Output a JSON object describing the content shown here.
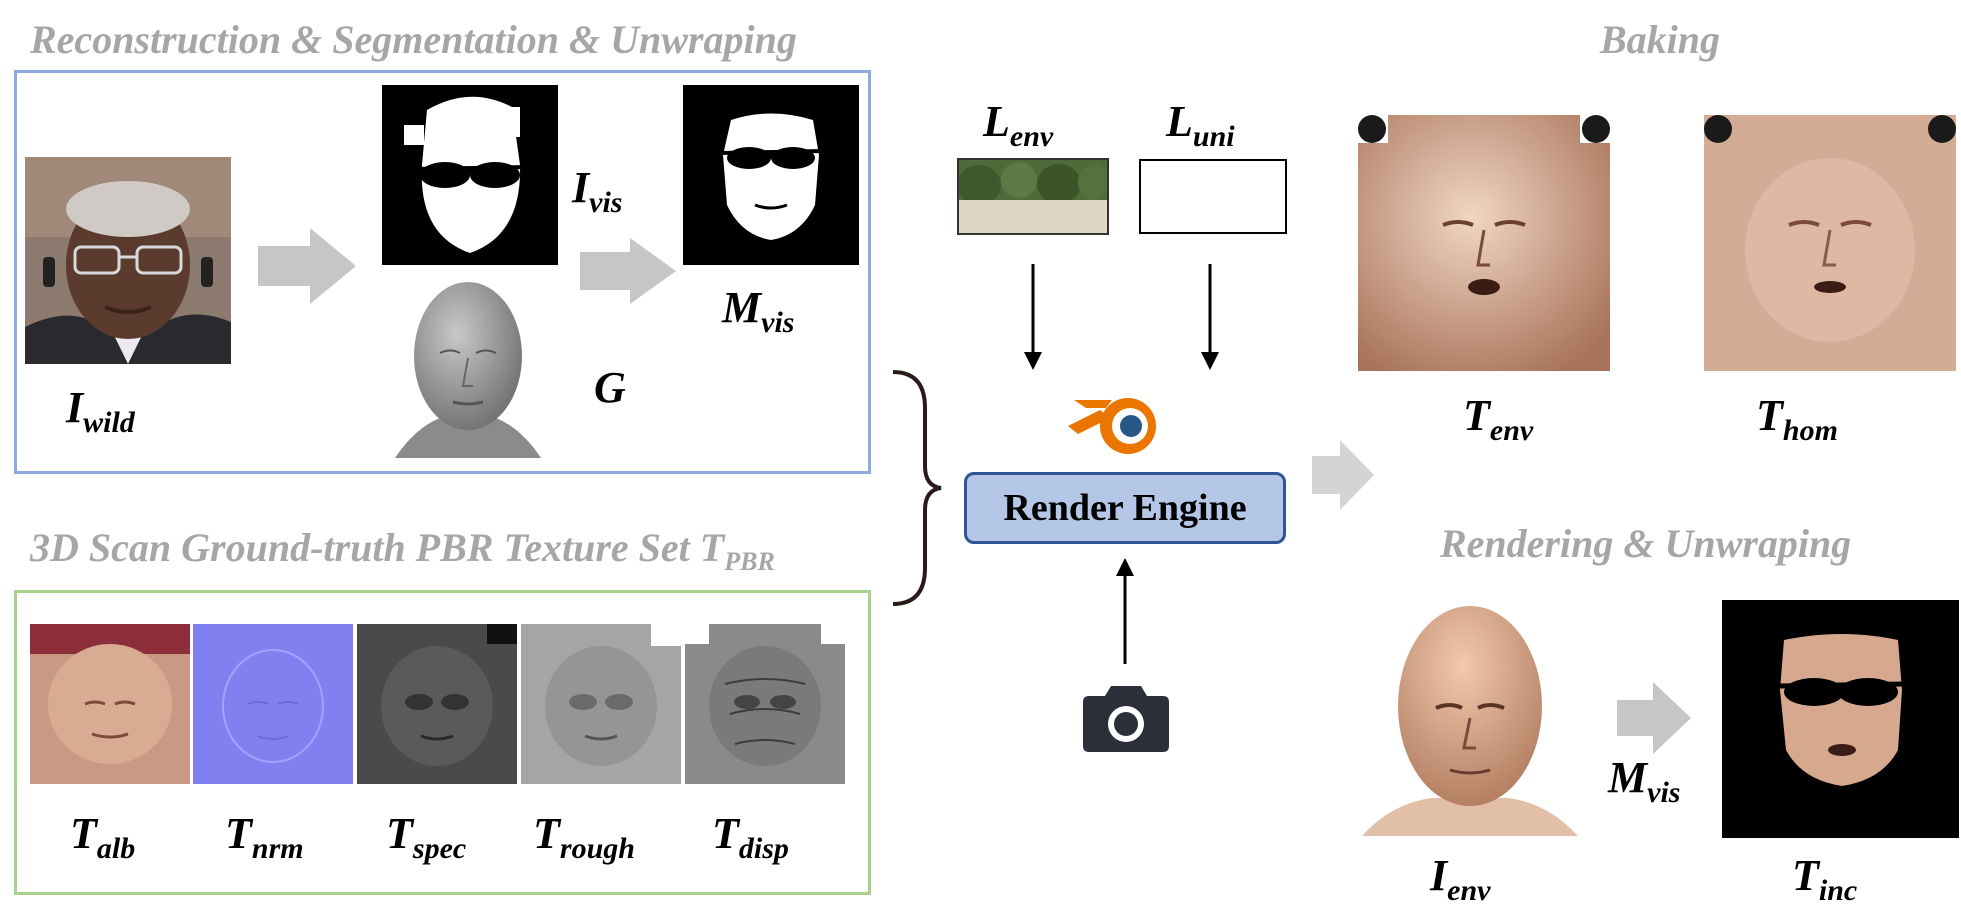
{
  "sections": {
    "reconstruction": "Reconstruction & Segmentation & Unwraping",
    "scan_prefix": "3D Scan Ground-truth PBR Texture Set ",
    "scan_symbol": "T",
    "scan_subscript": "PBR",
    "baking": "Baking",
    "rendering": "Rendering & Unwraping"
  },
  "symbols": {
    "i_wild": {
      "base": "I",
      "sub": "wild"
    },
    "i_vis": {
      "base": "I",
      "sub": "vis"
    },
    "m_vis": {
      "base": "M",
      "sub": "vis"
    },
    "g": {
      "base": "G",
      "sub": ""
    },
    "l_env": {
      "base": "L",
      "sub": "env"
    },
    "l_uni": {
      "base": "L",
      "sub": "uni"
    },
    "t_env": {
      "base": "T",
      "sub": "env"
    },
    "t_hom": {
      "base": "T",
      "sub": "hom"
    },
    "t_alb": {
      "base": "T",
      "sub": "alb"
    },
    "t_nrm": {
      "base": "T",
      "sub": "nrm"
    },
    "t_spec": {
      "base": "T",
      "sub": "spec"
    },
    "t_rough": {
      "base": "T",
      "sub": "rough"
    },
    "t_disp": {
      "base": "T",
      "sub": "disp"
    },
    "i_env": {
      "base": "I",
      "sub": "env"
    },
    "m_vis2": {
      "base": "M",
      "sub": "vis"
    },
    "t_inc": {
      "base": "T",
      "sub": "inc"
    }
  },
  "render_engine": "Render Engine",
  "colors": {
    "title_gray": "#a6a6a6",
    "blue_frame": "#8faadc",
    "green_frame": "#a9d18e",
    "engine_fill": "#b4c7e7",
    "engine_border": "#2f5597",
    "arrow_gray": "#bfbfbf",
    "blender_orange": "#ea7600",
    "blender_blue": "#265787",
    "camera_dark": "#2b2f3a"
  },
  "icons": [
    "blender-logo-icon",
    "camera-icon"
  ]
}
